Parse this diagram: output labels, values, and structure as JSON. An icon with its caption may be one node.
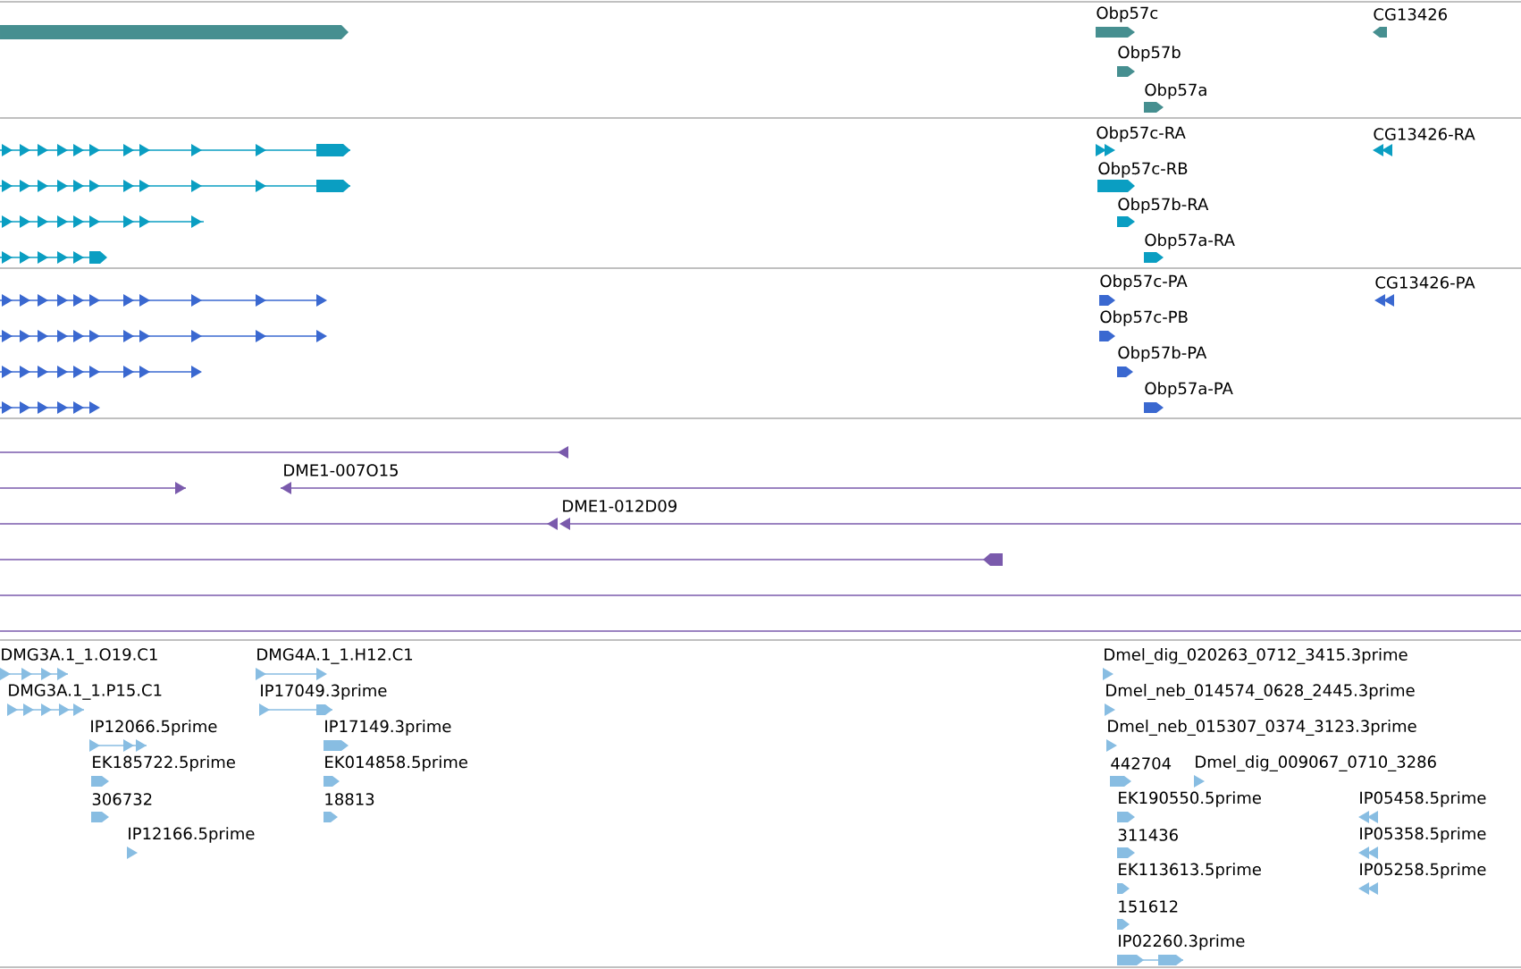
{
  "diagram": {
    "labels": [
      "Obp57c",
      "CG13426",
      "Obp57b",
      "Obp57a",
      "Obp57c-RA",
      "CG13426-RA",
      "Obp57c-RB",
      "Obp57b-RA",
      "Obp57a-RA",
      "Obp57c-PA",
      "CG13426-PA",
      "Obp57c-PB",
      "Obp57b-PA",
      "Obp57a-PA",
      "DME1-007O15",
      "DME1-012D09",
      "DMG3A.1_1.O19.C1",
      "DMG4A.1_1.H12.C1",
      "Dmel_dig_020263_0712_3415.3prime",
      "DMG3A.1_1.P15.C1",
      "IP17049.3prime",
      "Dmel_neb_014574_0628_2445.3prime",
      "IP12066.5prime",
      "IP17149.3prime",
      "Dmel_neb_015307_0374_3123.3prime",
      "EK185722.5prime",
      "EK014858.5prime",
      "442704",
      "Dmel_dig_009067_0710_3286",
      "306732",
      "18813",
      "EK190550.5prime",
      "IP05458.5prime",
      "IP12166.5prime",
      "311436",
      "IP05358.5prime",
      "EK113613.5prime",
      "IP05258.5prime",
      "151612",
      "IP02260.3prime"
    ]
  }
}
